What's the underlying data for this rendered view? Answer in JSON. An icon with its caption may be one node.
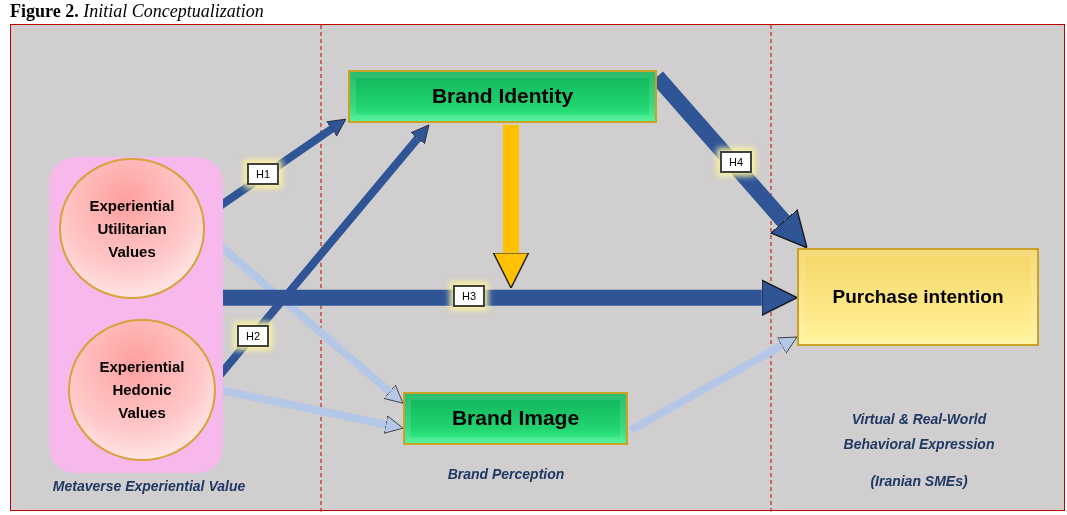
{
  "diagram": {
    "title": "**Figure 2.** *Initial Conceptualization*",
    "nodes": [
      {
        "text": [],
        "shape": "box"
      },
      {
        "text": [
          "Experiential Utilitarian Values"
        ],
        "in": 0
      },
      {
        "text": [
          "Experiential Hedonic Values"
        ],
        "in": 0
      },
      {
        "text": [
          "Brand Identity"
        ]
      },
      {
        "text": [
          "Brand Image"
        ]
      },
      {
        "text": [
          "Purchase intention"
        ]
      }
    ],
    "edges": [
      {
        "from": 1,
        "to": 3,
        "arrow": "to",
        "label": "H1"
      },
      {
        "from": 2,
        "to": 3,
        "arrow": "to",
        "label": "H2"
      },
      {
        "from": 1,
        "to": 4,
        "arrow": "to",
        "color": "#b4c7e7"
      },
      {
        "from": 2,
        "to": 4,
        "arrow": "to",
        "color": "#b4c7e7"
      },
      {
        "from": 0,
        "to": 5,
        "arrow": "to",
        "label": "H3",
        "style": "thick"
      },
      {
        "from": 3,
        "to": null,
        "arrow": "to",
        "style": "thick",
        "color": "#ffc000"
      },
      {
        "from": 3,
        "to": 5,
        "arrow": "to",
        "label": "H4",
        "style": "thick"
      },
      {
        "from": 4,
        "to": 5,
        "arrow": "to",
        "color": "#b4c7e7"
      }
    ],
    "labels": [
      "Metaverse Experiential Value",
      "Brand Perception",
      "Virtual & Real-World Behavioral Expression",
      "(Iranian SMEs)"
    ]
  }
}
